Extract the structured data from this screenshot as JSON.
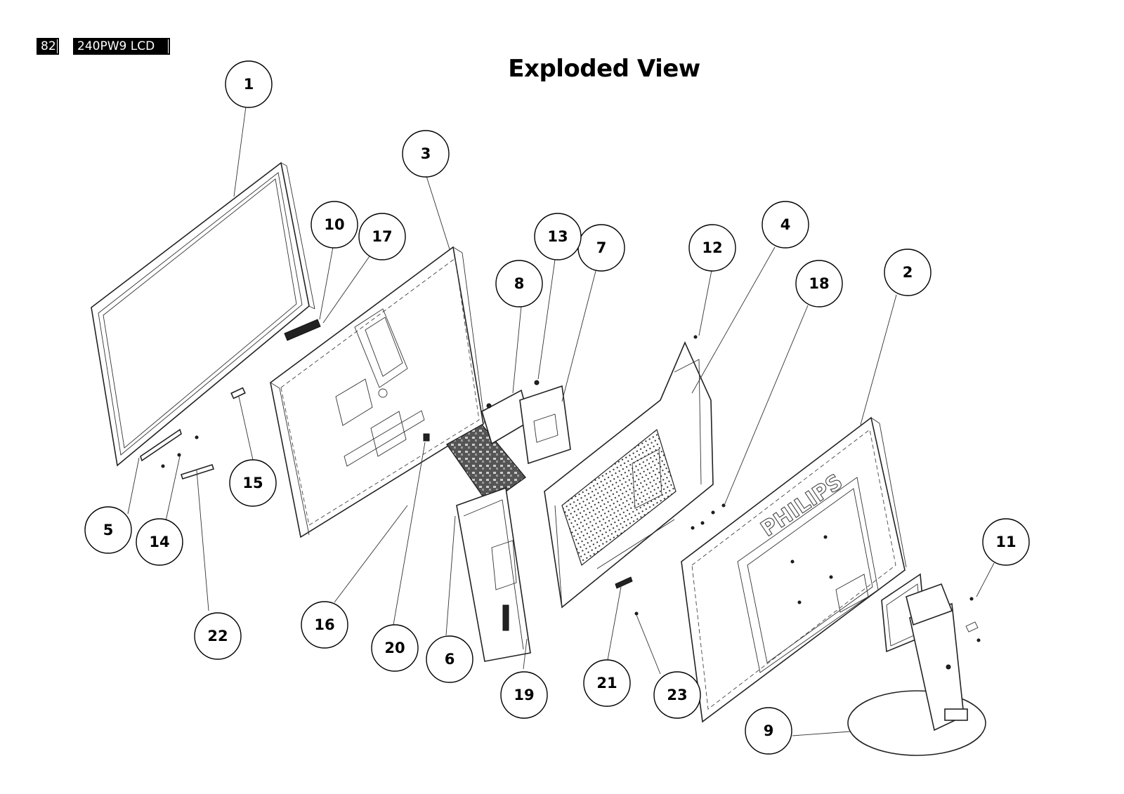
{
  "header": {
    "page_number": "82",
    "model": "240PW9 LCD"
  },
  "title": "Exploded View",
  "brand_on_back_cover": "PHILIPS",
  "part_callouts": [
    "1",
    "2",
    "3",
    "4",
    "5",
    "6",
    "7",
    "8",
    "9",
    "10",
    "11",
    "12",
    "13",
    "14",
    "15",
    "16",
    "17",
    "18",
    "19",
    "20",
    "21",
    "22",
    "23"
  ]
}
